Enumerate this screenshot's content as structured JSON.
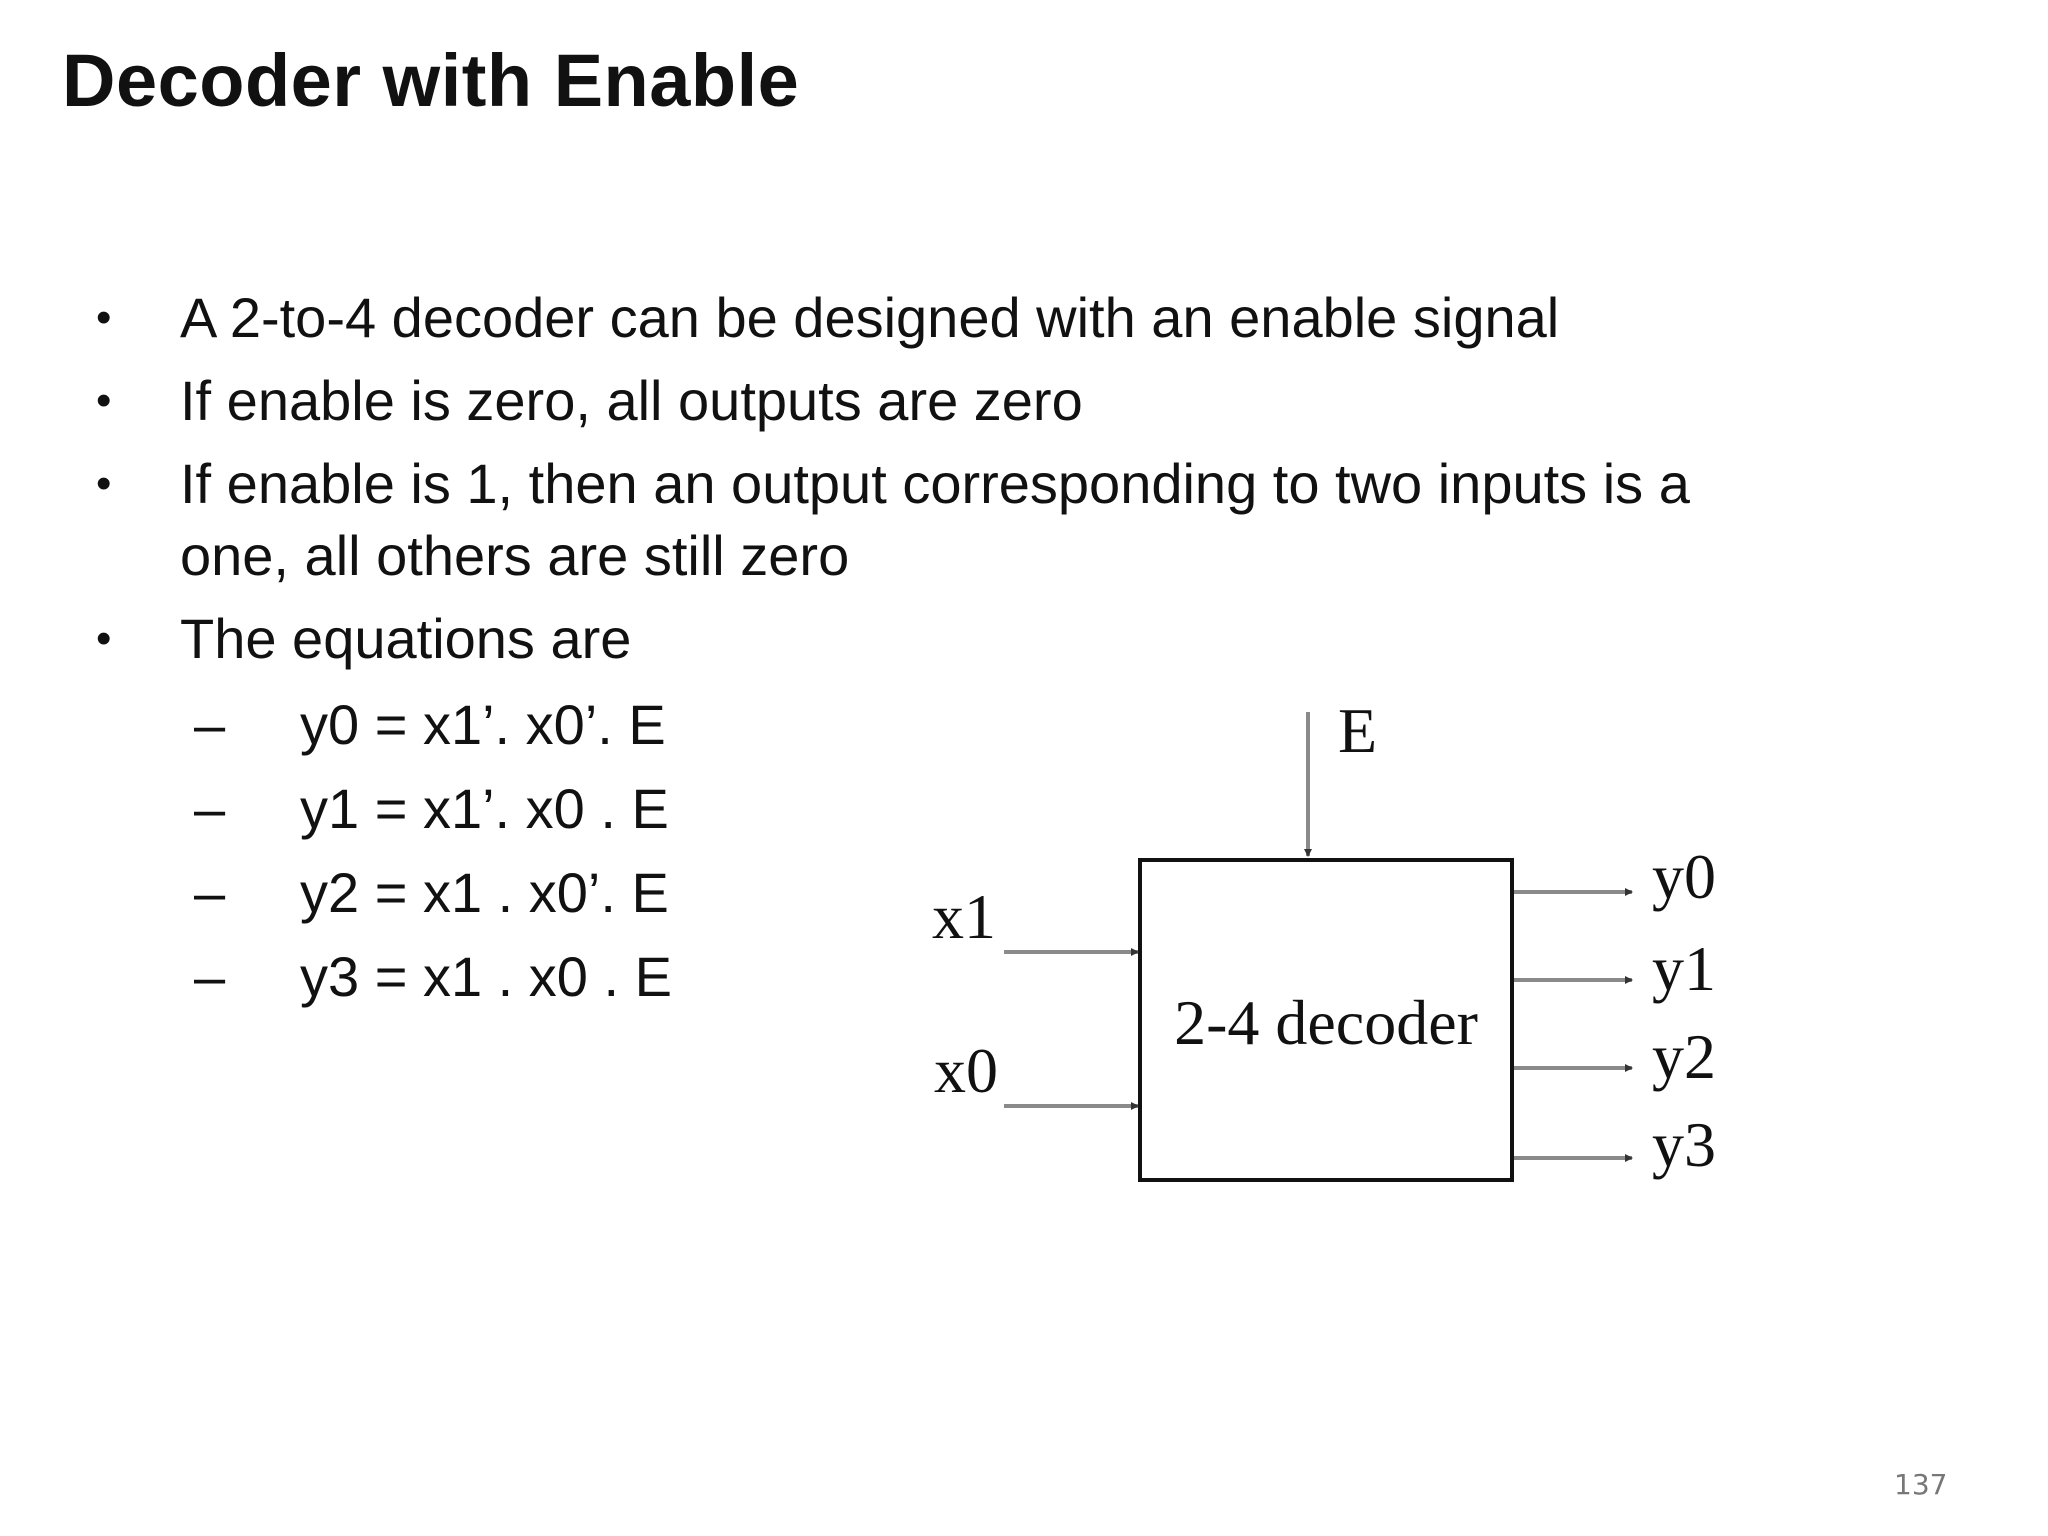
{
  "slide": {
    "title": "Decoder with Enable",
    "page_number": "137"
  },
  "bullets": [
    {
      "marker": "•",
      "text": "A 2-to-4 decoder can be designed with an enable signal"
    },
    {
      "marker": "•",
      "text": "If enable is zero, all outputs are zero"
    },
    {
      "marker": "•",
      "text": "If enable is 1, then an output corresponding to two inputs is a one, all others are still zero"
    },
    {
      "marker": "•",
      "text": "The equations are"
    }
  ],
  "equations": [
    {
      "marker": "–",
      "text": "y0 = x1’. x0’. E"
    },
    {
      "marker": "–",
      "text": "y1 = x1’. x0 . E"
    },
    {
      "marker": "–",
      "text": "y2 = x1 . x0’. E"
    },
    {
      "marker": "–",
      "text": "y3 = x1 . x0 . E"
    }
  ],
  "diagram": {
    "block_label": "2-4 decoder",
    "enable_label": "E",
    "inputs": [
      "x1",
      "x0"
    ],
    "outputs": [
      "y0",
      "y1",
      "y2",
      "y3"
    ],
    "line_color": "#8a8a8a",
    "box_color": "#111111"
  }
}
